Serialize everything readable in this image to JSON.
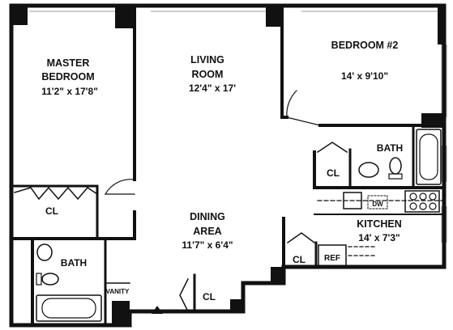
{
  "colors": {
    "wall": "#111111",
    "background": "#ffffff",
    "window": "#9a9a9a"
  },
  "rooms": {
    "master_bedroom": {
      "line1": "MASTER",
      "line2": "BEDROOM",
      "dims": "11'2\" x 17'8\""
    },
    "living_room": {
      "line1": "LIVING",
      "line2": "ROOM",
      "dims": "12'4\" x 17'"
    },
    "bedroom2": {
      "name": "BEDROOM #2",
      "dims": "14' x 9'10\""
    },
    "dining_area": {
      "line1": "DINING",
      "line2": "AREA",
      "dims": "11'7\" x 6'4\""
    },
    "kitchen": {
      "name": "KITCHEN",
      "dims": "14' x 7'3\""
    }
  },
  "fixtures": {
    "closet_master": "CL",
    "closet_bath2": "CL",
    "closet_kitchen": "CL",
    "closet_entry": "CL",
    "bath_master": "BATH",
    "bath_second": "BATH",
    "vanity": "VANITY",
    "refrigerator": "REF",
    "dishwasher": "DW"
  },
  "icons": {
    "entry": "entry-arrow-icon"
  }
}
